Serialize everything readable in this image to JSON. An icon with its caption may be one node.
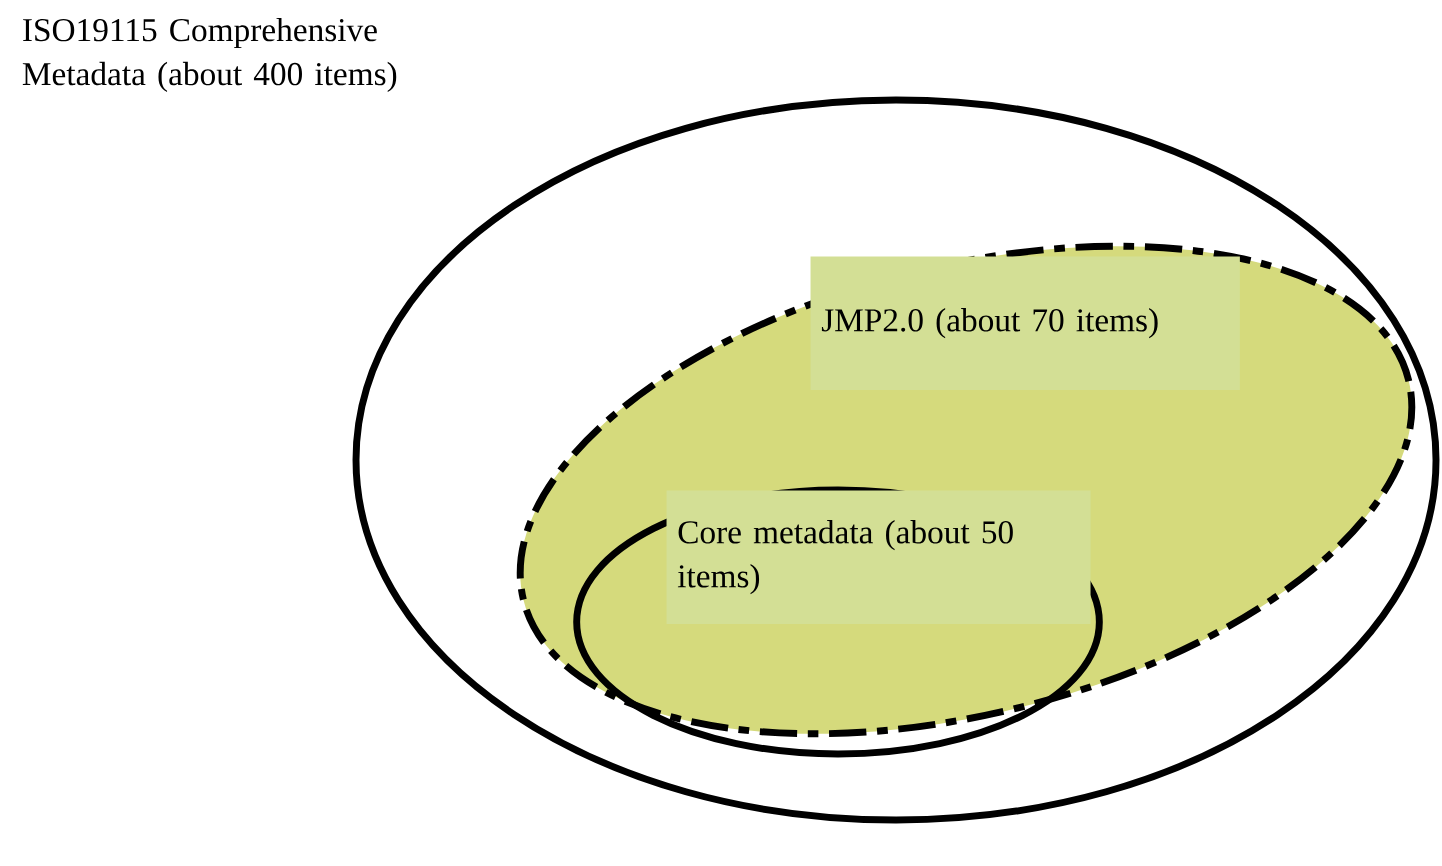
{
  "diagram": {
    "nodes": [
      {
        "text": [
          "ISO19115 Comprehensive Metadata (about 400 items)"
        ]
      },
      {
        "text": [
          "JMP2.0 (about 70 items)"
        ],
        "in": 0
      },
      {
        "text": [
          "Core metadata (about 50 items)"
        ],
        "in": 1
      }
    ]
  }
}
